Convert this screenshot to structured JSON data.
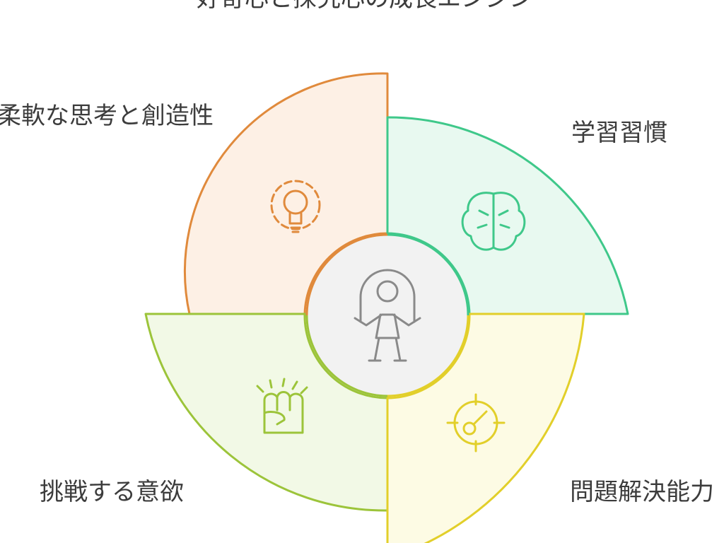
{
  "title": "好奇心と探究心の成長エンジン",
  "colors": {
    "orange": "#e08a3c",
    "orange_fill": "#fdf0e5",
    "green": "#3fc88a",
    "green_fill": "#e8f9f0",
    "lime": "#9cc43a",
    "lime_fill": "#f2f9e6",
    "yellow": "#e2cf2a",
    "yellow_fill": "#fdfbe4",
    "center_fill": "#f2f2f2",
    "icon_gray": "#8a8a8a",
    "text": "#3c3c3c"
  },
  "center": {
    "icon": "child-jump-rope-icon"
  },
  "segments": [
    {
      "label": "柔軟な思考と創造性",
      "icon": "lightbulb-gear-icon",
      "color": "orange"
    },
    {
      "label": "学習習慣",
      "icon": "brain-icon",
      "color": "green"
    },
    {
      "label": "挑戦する意欲",
      "icon": "fist-icon",
      "color": "lime"
    },
    {
      "label": "問題解決能力",
      "icon": "target-key-icon",
      "color": "yellow"
    }
  ]
}
